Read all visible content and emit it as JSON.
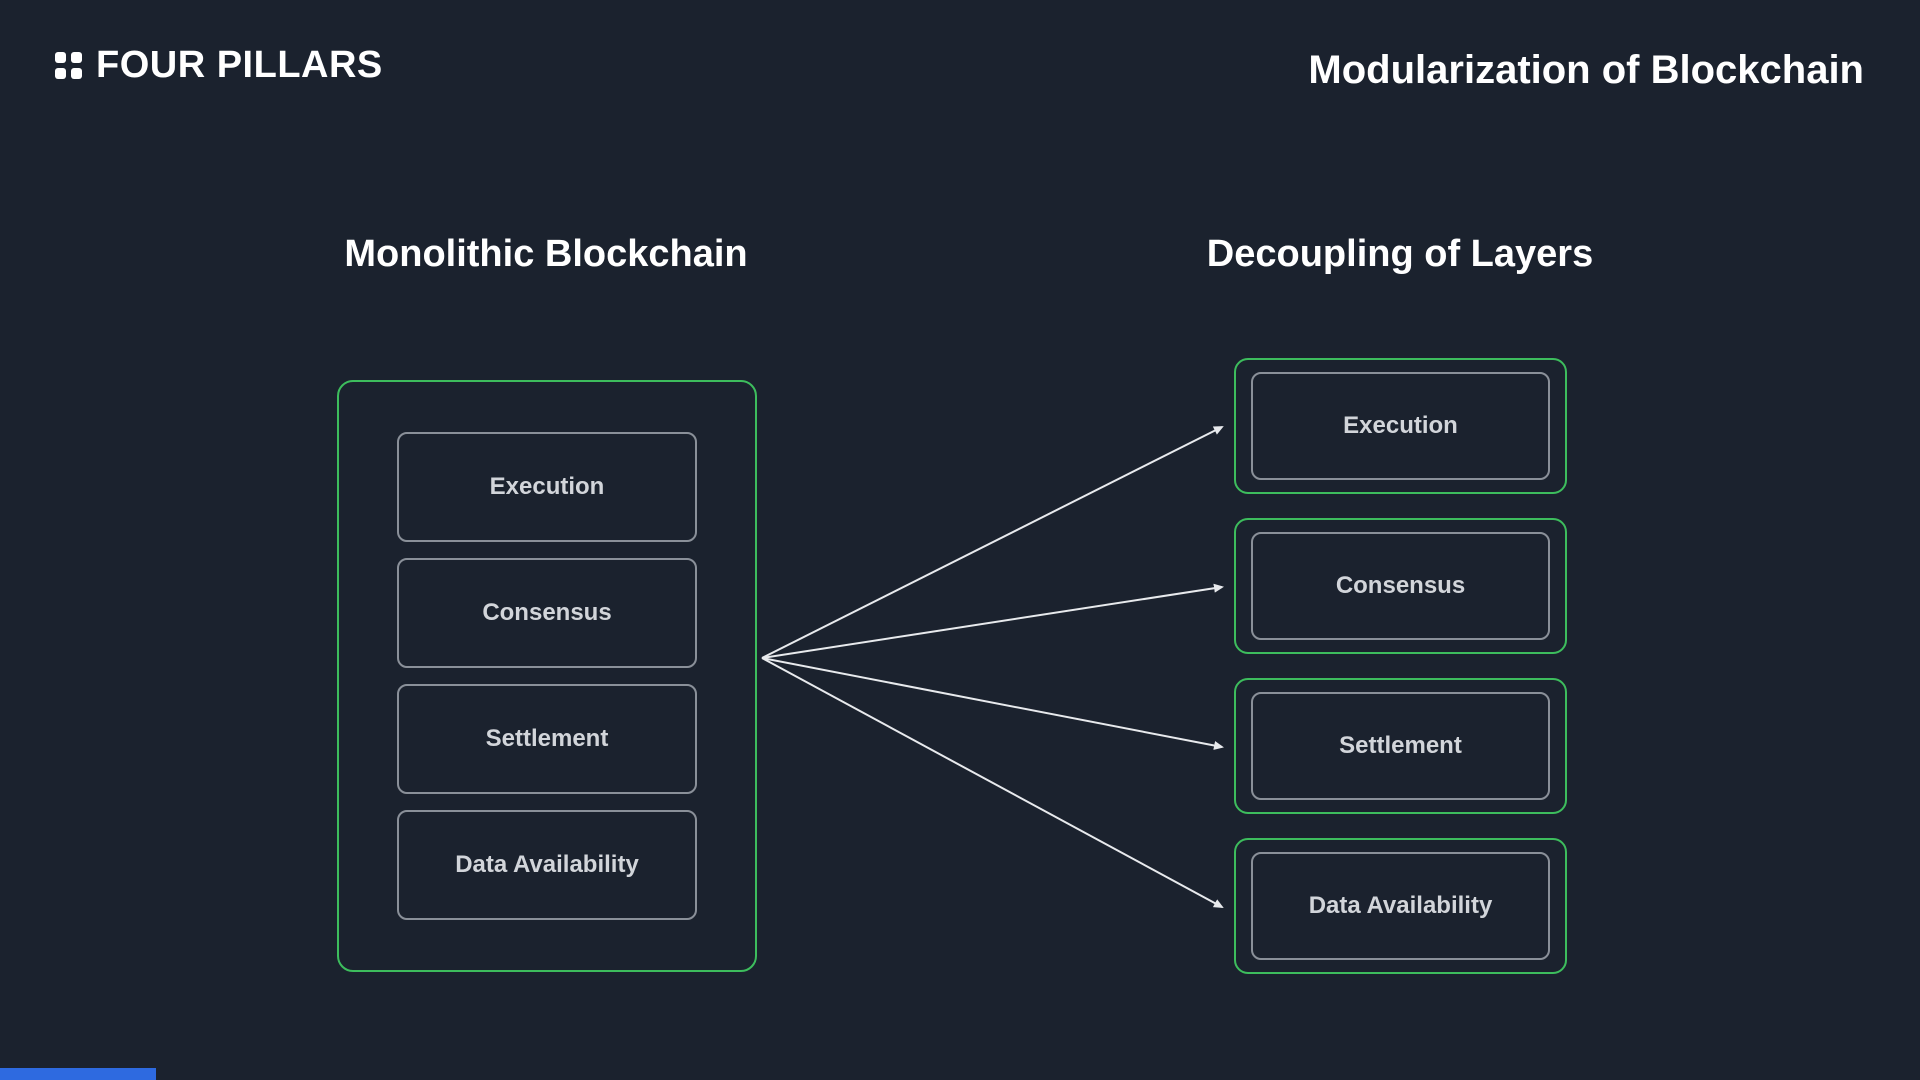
{
  "header": {
    "brand": "FOUR PILLARS",
    "title": "Modularization of Blockchain"
  },
  "monolithic": {
    "heading": "Monolithic Blockchain",
    "layers": [
      "Execution",
      "Consensus",
      "Settlement",
      "Data Availability"
    ]
  },
  "decoupled": {
    "heading": "Decoupling of Layers",
    "layers": [
      "Execution",
      "Consensus",
      "Settlement",
      "Data Availability"
    ]
  },
  "colors": {
    "background": "#1b222e",
    "accent_green": "#3dbd5d",
    "border_gray": "#8a9099",
    "label_text": "#d2d5da",
    "heading_text": "#ffffff",
    "arrow": "#e8eaed",
    "footer_bar_blue": "#2e6ae0"
  }
}
